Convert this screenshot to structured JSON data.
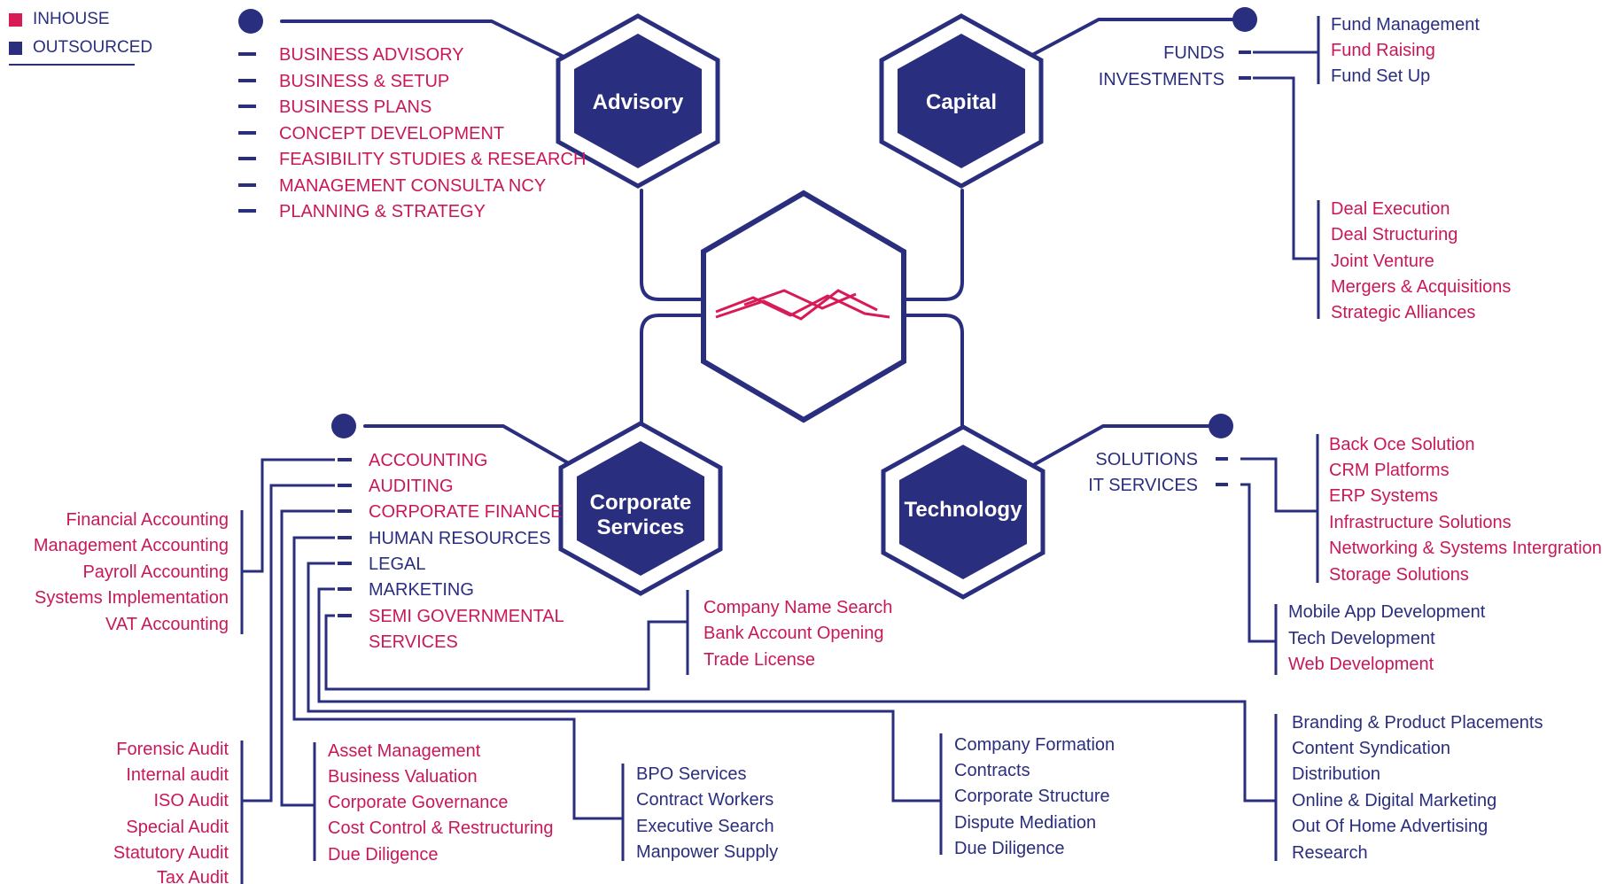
{
  "legend": {
    "inhouse_label": "INHOUSE",
    "inhouse_color": "#d81b57",
    "outsourced_label": "OUTSOURCED",
    "outsourced_color": "#2a2e7e"
  },
  "colors": {
    "navy": "#2a2e7e",
    "pink": "#c8185a",
    "hex_fill": "#2a2e7e"
  },
  "hexes": {
    "advisory": "Advisory",
    "capital": "Capital",
    "corporate_1": "Corporate",
    "corporate_2": "Services",
    "technology": "Technology"
  },
  "advisory_items": [
    "BUSINESS ADVISORY",
    "BUSINESS & SETUP",
    "BUSINESS PLANS",
    "CONCEPT DEVELOPMENT",
    "FEASIBILITY STUDIES & RESEARCH",
    "MANAGEMENT CONSULTA NCY",
    "PLANNING & STRATEGY"
  ],
  "capital": {
    "categories": [
      "FUNDS",
      "INVESTMENTS"
    ],
    "funds_items": [
      "Fund Management",
      "Fund Raising",
      "Fund Set Up"
    ],
    "investment_items": [
      "Deal Execution",
      "Deal Structuring",
      "Joint Venture",
      "Mergers & Acquisitions",
      "Strategic Alliances"
    ]
  },
  "corporate": {
    "categories": [
      "ACCOUNTING",
      "AUDITING",
      "CORPORATE FINANCE",
      "HUMAN RESOURCES",
      "LEGAL",
      "MARKETING",
      "SEMI GOVERNMENTAL",
      "SERVICES"
    ],
    "accounting_items": [
      "Financial Accounting",
      "Management Accounting",
      "Payroll Accounting",
      "Systems Implementation",
      "VAT Accounting"
    ],
    "audit_items": [
      "Forensic Audit",
      "Internal audit",
      "ISO Audit",
      "Special Audit",
      "Statutory Audit",
      "Tax Audit"
    ],
    "finance_items": [
      "Asset Management",
      "Business Valuation",
      "Corporate Governance",
      "Cost Control & Restructuring",
      "Due Diligence"
    ],
    "hr_items": [
      "BPO Services",
      "Contract Workers",
      "Executive Search",
      "Manpower Supply"
    ],
    "legal_items": [
      "Company Formation",
      "Contracts",
      "Corporate Structure",
      "Dispute Mediation",
      "Due Diligence"
    ],
    "gov_items": [
      "Company Name Search",
      "Bank Account Opening",
      "Trade License"
    ],
    "marketing_items": [
      "Branding & Product Placements",
      "Content Syndication",
      "Distribution",
      "Online & Digital Marketing",
      "Out Of Home Advertising",
      "Research"
    ]
  },
  "technology": {
    "categories": [
      "SOLUTIONS",
      "IT SERVICES"
    ],
    "solutions_items": [
      "Back Oce Solution",
      "CRM Platforms",
      "ERP Systems",
      "Infrastructure Solutions",
      "Networking & Systems Intergration",
      "Storage Solutions"
    ],
    "it_items": [
      "Mobile App Development",
      "Tech Development",
      "Web Development"
    ]
  }
}
